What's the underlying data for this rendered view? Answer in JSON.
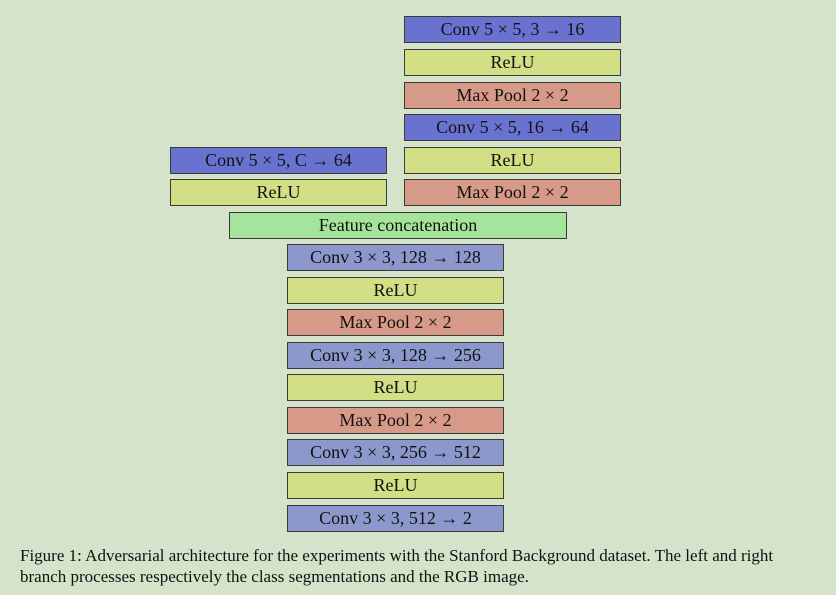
{
  "right_branch": [
    {
      "label": "Conv 5 × 5, 3 → 16",
      "kind": "conv"
    },
    {
      "label": "ReLU",
      "kind": "relu"
    },
    {
      "label": "Max Pool 2 × 2",
      "kind": "pool"
    },
    {
      "label": "Conv 5 × 5, 16 → 64",
      "kind": "conv"
    },
    {
      "label": "ReLU",
      "kind": "relu"
    },
    {
      "label": "Max Pool 2 × 2",
      "kind": "pool"
    }
  ],
  "left_branch": [
    {
      "label": "Conv 5 × 5, C → 64",
      "kind": "conv"
    },
    {
      "label": "ReLU",
      "kind": "relu"
    }
  ],
  "concat": {
    "label": "Feature concatenation"
  },
  "trunk": [
    {
      "label": "Conv 3 × 3, 128 → 128",
      "kind": "conv"
    },
    {
      "label": "ReLU",
      "kind": "relu"
    },
    {
      "label": "Max Pool 2 × 2",
      "kind": "pool"
    },
    {
      "label": "Conv 3 × 3, 128 → 256",
      "kind": "conv"
    },
    {
      "label": "ReLU",
      "kind": "relu"
    },
    {
      "label": "Max Pool 2 × 2",
      "kind": "pool"
    },
    {
      "label": "Conv 3 × 3, 256 → 512",
      "kind": "conv"
    },
    {
      "label": "ReLU",
      "kind": "relu"
    },
    {
      "label": "Conv 3 × 3, 512 → 2",
      "kind": "conv"
    }
  ],
  "caption": "Figure 1: Adversarial architecture for the experiments with the Stanford Background dataset. The left and right branch processes respectively the class segmentations and the RGB image.",
  "colors": {
    "background": "#d4e3ca",
    "conv_branch": "#6a72d0",
    "conv_trunk": "#8c98cc",
    "relu": "#d2df84",
    "pool": "#d79988",
    "concat": "#a5e49b"
  }
}
